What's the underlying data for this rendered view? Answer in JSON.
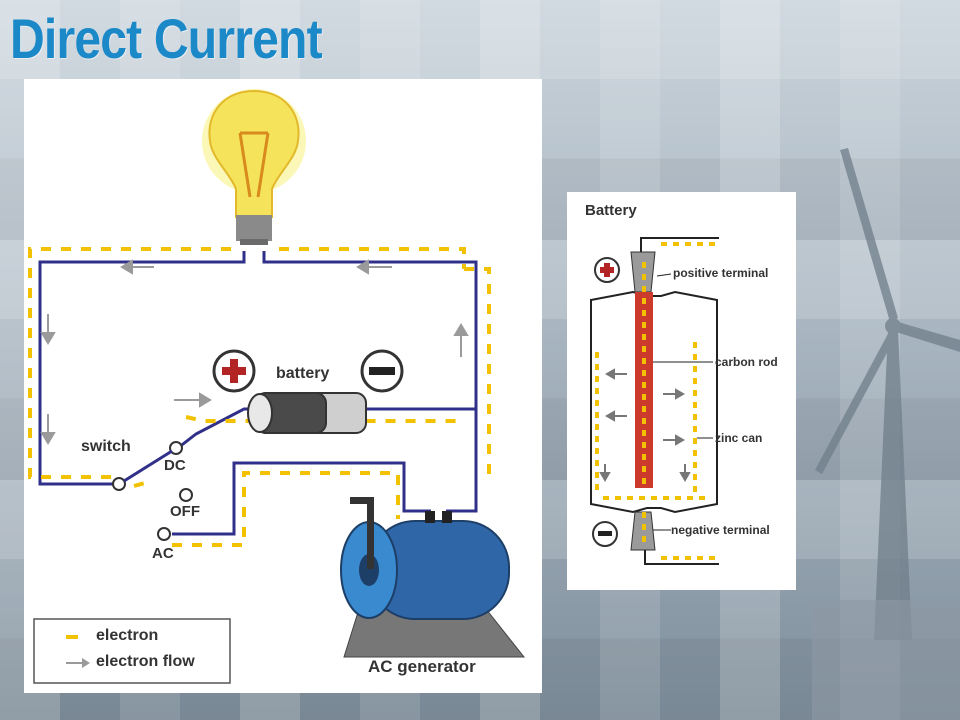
{
  "slide": {
    "title": "Direct Current"
  },
  "circuit": {
    "battery_label": "battery",
    "switch_label": "switch",
    "positions": [
      "DC",
      "OFF",
      "AC"
    ],
    "generator_label": "AC generator",
    "legend": {
      "electron": "electron",
      "electron_flow": "electron flow"
    }
  },
  "battery_diagram": {
    "title": "Battery",
    "labels": {
      "positive_terminal": "positive terminal",
      "carbon_rod": "carbon rod",
      "zinc_can": "zinc can",
      "negative_terminal": "negative terminal"
    }
  },
  "colors": {
    "title": "#1b88c8",
    "wire": "#30308a",
    "electron": "#f2c200",
    "arrow": "#9a9a9a",
    "plus_red": "#b32424",
    "generator_blue": "#2e66a8",
    "carbon_rod": "#cc3a2c"
  }
}
